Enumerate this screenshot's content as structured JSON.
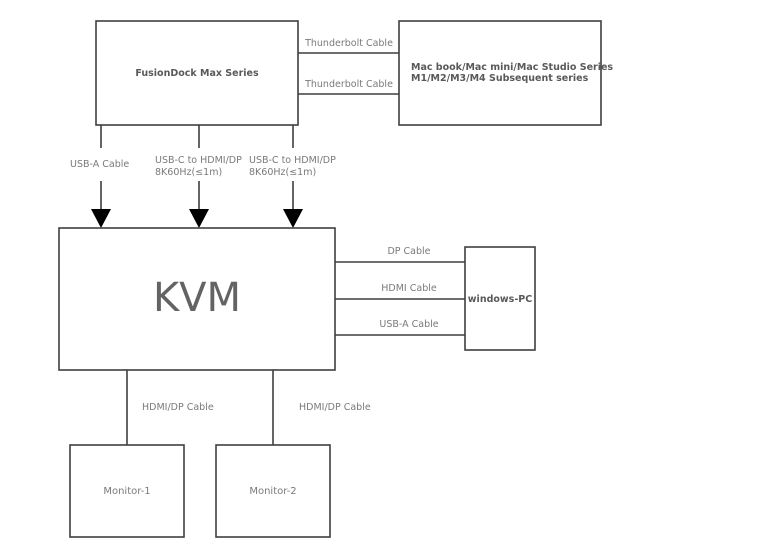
{
  "nodes": {
    "dock": {
      "label": "FusionDock Max Series"
    },
    "mac": {
      "label_line1": "Mac book/Mac mini/Mac Studio Series",
      "label_line2": "M1/M2/M3/M4 Subsequent series"
    },
    "kvm": {
      "label": "KVM"
    },
    "pc": {
      "label": "windows-PC"
    },
    "monitor1": {
      "label": "Monitor-1"
    },
    "monitor2": {
      "label": "Monitor-2"
    }
  },
  "connections": {
    "dock_mac_1": {
      "label": "Thunderbolt Cable"
    },
    "dock_mac_2": {
      "label": "Thunderbolt Cable"
    },
    "dock_kvm_usba": {
      "label": "USB-A Cable"
    },
    "dock_kvm_video1": {
      "label_line1": "USB-C to HDMI/DP",
      "label_line2": "8K60Hz(≤1m)"
    },
    "dock_kvm_video2": {
      "label_line1": "USB-C to HDMI/DP",
      "label_line2": "8K60Hz(≤1m)"
    },
    "kvm_pc_dp": {
      "label": "DP Cable"
    },
    "kvm_pc_hdmi": {
      "label": "HDMI Cable"
    },
    "kvm_pc_usba": {
      "label": "USB-A Cable"
    },
    "kvm_mon1": {
      "label": "HDMI/DP Cable"
    },
    "kvm_mon2": {
      "label": "HDMI/DP Cable"
    }
  }
}
